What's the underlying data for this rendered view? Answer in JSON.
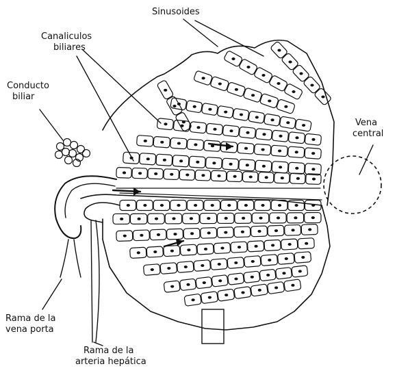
{
  "labels": {
    "sinusoides": "Sinusoides",
    "canaliculos": [
      "Canaliculos",
      "biliares"
    ],
    "conducto": [
      "Conducto",
      "biliar"
    ],
    "vena_central": [
      "Vena",
      "central"
    ],
    "rama_porta": [
      "Rama de la",
      "vena porta"
    ],
    "rama_arteria": [
      "Rama de la",
      "arteria hepática"
    ]
  },
  "colors": {
    "ink": "#111111",
    "paper": "#ffffff"
  }
}
